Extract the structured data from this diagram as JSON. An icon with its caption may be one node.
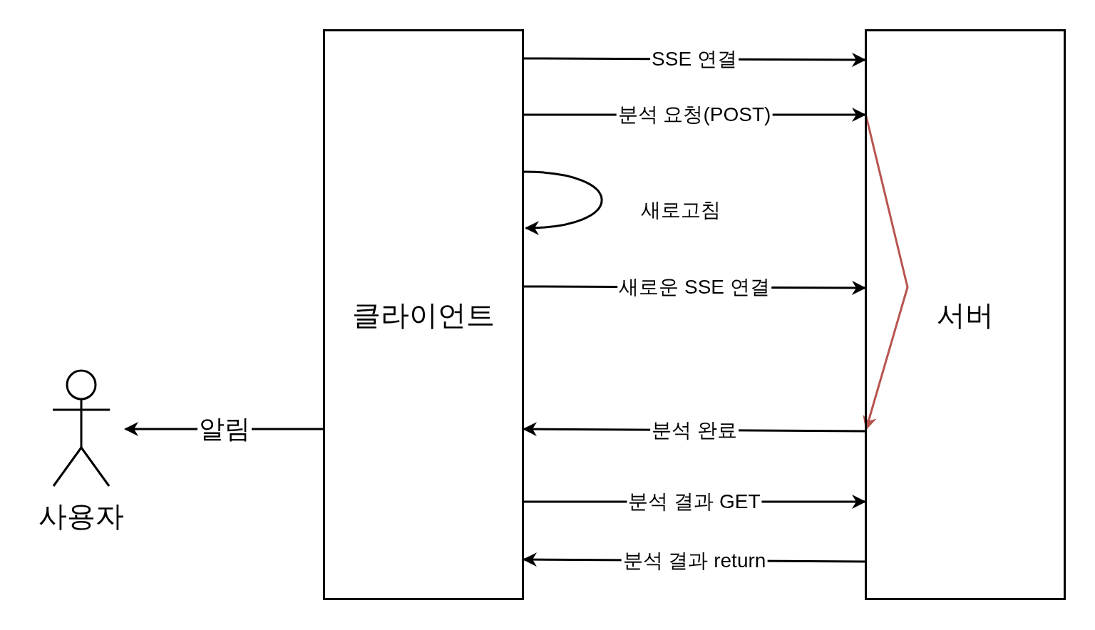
{
  "diagram": {
    "nodes": [
      {
        "text": [
          "클라이언트"
        ]
      },
      {
        "text": [
          "서버"
        ]
      },
      {
        "text": [
          "사용자"
        ]
      }
    ],
    "edges": [
      {
        "from": 0,
        "to": 1,
        "arrow": "to",
        "label": "SSE 연결"
      },
      {
        "from": 0,
        "to": 1,
        "arrow": "to",
        "label": "분석 요청(POST)"
      },
      {
        "from": 0,
        "to": 0,
        "arrow": "to",
        "label": "새로고침"
      },
      {
        "from": 0,
        "to": 1,
        "arrow": "to",
        "label": "새로운 SSE 연결"
      },
      {
        "from": 1,
        "to": 1,
        "arrow": "to",
        "color": "#b85450"
      },
      {
        "from": 1,
        "to": 0,
        "arrow": "to",
        "label": "분석 완료"
      },
      {
        "from": 0,
        "to": 1,
        "arrow": "to",
        "label": "분석 결과 GET"
      },
      {
        "from": 1,
        "to": 0,
        "arrow": "to",
        "label": "분석 결과 return"
      },
      {
        "from": 0,
        "to": 2,
        "arrow": "to",
        "label": "알림"
      }
    ]
  }
}
